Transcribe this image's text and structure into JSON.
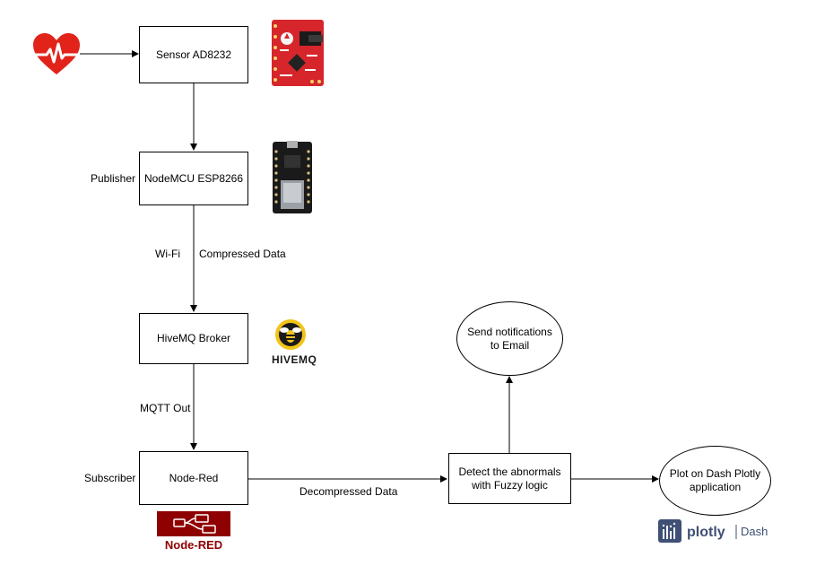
{
  "nodes": {
    "sensor": "Sensor AD8232",
    "nodemcu": "NodeMCU ESP8266",
    "hivemq_broker": "HiveMQ Broker",
    "node_red": "Node-Red",
    "detect": "Detect the abnormals with Fuzzy logic",
    "email": "Send notifications to Email",
    "plot": "Plot on Dash Plotly application"
  },
  "side_labels": {
    "publisher": "Publisher",
    "subscriber": "Subscriber"
  },
  "edge_labels": {
    "wifi": "Wi-Fi",
    "compressed": "Compressed Data",
    "mqtt_out": "MQTT Out",
    "decompressed": "Decompressed Data"
  },
  "logos": {
    "hivemq": "HIVEMQ",
    "node_red": "Node-RED",
    "plotly": "plotly",
    "dash": "Dash"
  },
  "icons": {
    "heart": "heart-ecg-icon",
    "sensor_board": "ad8232-board-icon",
    "esp_board": "esp8266-board-icon",
    "hivemq_logo": "hivemq-bee-icon",
    "nodered_logo": "node-red-flow-icon",
    "plotly_logo": "plotly-bars-icon"
  },
  "colors": {
    "heart": "#e2231a",
    "sensor_board": "#d6262b",
    "esp_board": "#1a1a1a",
    "hivemq_yellow": "#f2c418",
    "nodered": "#8f0000",
    "plotly": "#3f4f75",
    "line": "#000000"
  }
}
